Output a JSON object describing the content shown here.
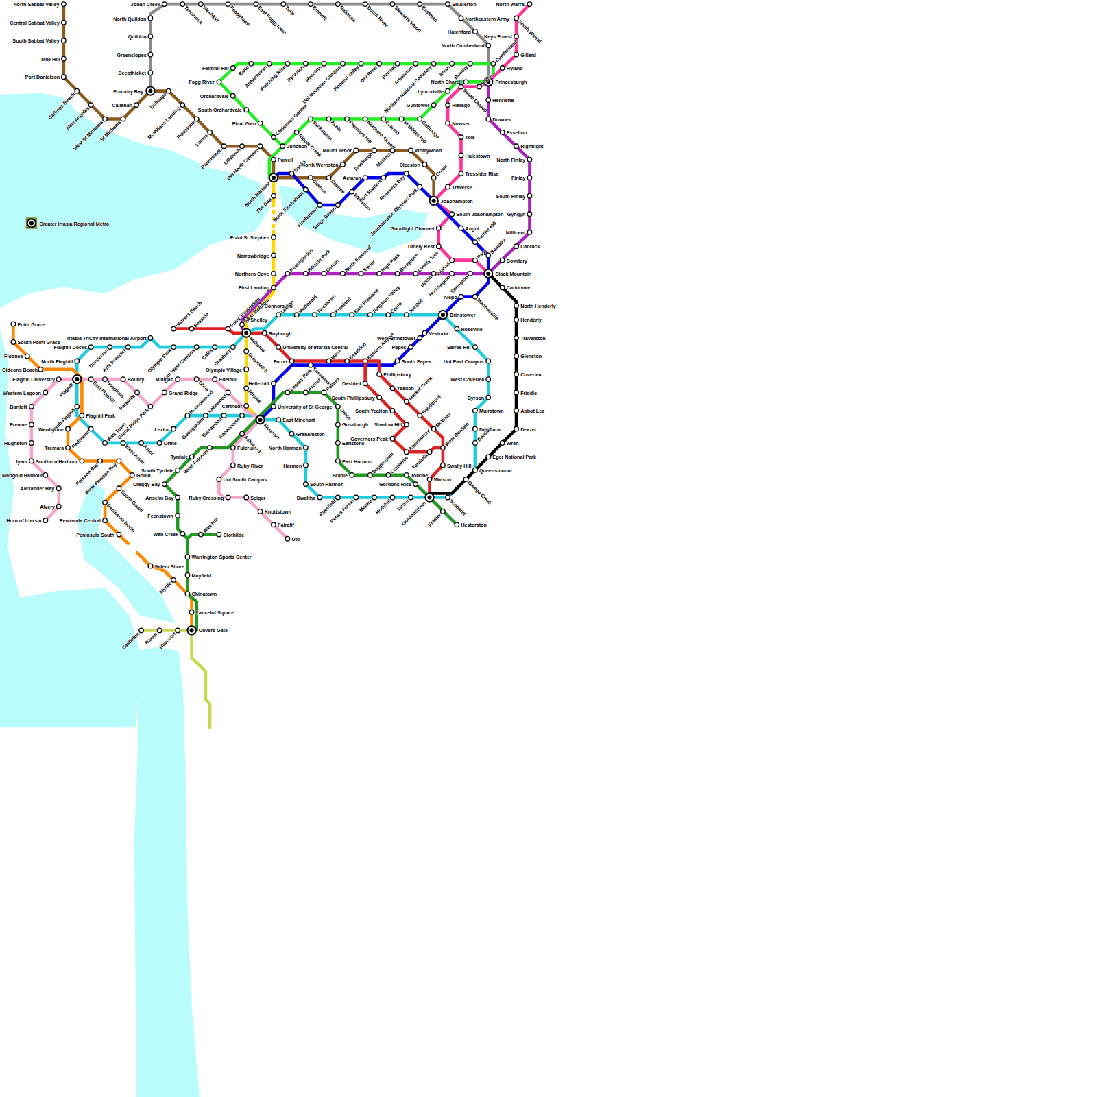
{
  "diagram": {
    "labels": [
      "Jonah Creek",
      "North Quildon",
      "Quildon",
      "Greenslopes",
      "Deepthicket",
      "Foundry Bay",
      "Terranova",
      "Weshkirt",
      "Foggytown",
      "East Foggytown",
      "Tulip",
      "Emmett",
      "Rabacca",
      "Dutch River",
      "Stewarts Wood",
      "Eastman",
      "Shullerton",
      "Northeastern Army",
      "Hatchford",
      "North Cumberland",
      "Cumberland",
      "North Sabbat Valley",
      "Central Sabbat Valley",
      "South Sabbat Valley",
      "Mile Hill",
      "Port Danielson",
      "Carlings Beach",
      "New Angeles",
      "West St Michaels",
      "St Michaels",
      "Callahan",
      "Dulhaqie",
      "McMillans Landing",
      "Pipestone",
      "Loews",
      "Rivermouth",
      "Lillytown",
      "Uol North Campus",
      "Pawell",
      "North Harbour",
      "Danks",
      "Cannus",
      "Sabrine",
      "North Wernston",
      "Mount Tenor",
      "Tessburgh",
      "Masters",
      "Worrywood",
      "Cleeston",
      "Union",
      "Joaohampton",
      "Faithful Hill",
      "Fogg River",
      "Orchardvale",
      "South Orchardvale",
      "Final Glen",
      "Christines Garden",
      "Junction",
      "Ripple Creek",
      "Balto",
      "Arthurstown",
      "Fletching Rise",
      "Pyreston",
      "Hyacinth",
      "Uol Mountain Campus",
      "Hopeful Valley",
      "Dry River",
      "Retreat",
      "Arboretum",
      "Northern National Cemetery",
      "Arran",
      "Bundry",
      "Sackstown",
      "Avela",
      "Premiers Hill",
      "Northern Airport",
      "Everest",
      "St Hildas Hill",
      "Gethridge",
      "Guntower",
      "Lynrodville",
      "North Charell",
      "Princesburgh",
      "North Warral",
      "South Warral",
      "Keys Forest",
      "Gillard",
      "Hyland",
      "Raine",
      "South Charell",
      "Plarago",
      "Nowser",
      "Tois",
      "Halestown",
      "Tressider Rise",
      "Traverse",
      "South Joaohampton",
      "Goodlight Channel",
      "Timely Rest",
      "Inishail",
      "Page",
      "Henrietta",
      "Downes",
      "Esselton",
      "Rightlight",
      "North Finlay",
      "Finlay",
      "South Finlay",
      "Gyngyn",
      "Millicent",
      "Cabrack",
      "Bowdery",
      "Black Mountain",
      "Springton",
      "Huddington",
      "Upton",
      "Lonely Tree",
      "Baregrove",
      "High Pass",
      "Xavier",
      "North Freeland",
      "Derrah",
      "Hillside Park",
      "Peacegarden",
      "The Gap",
      "Point St Stephen",
      "Narrowbridge",
      "Northern Cove",
      "First Landing",
      "Connors Hill",
      "Greymatch",
      "Olympic Village",
      "Rhyme",
      "Carthedr",
      "North Finehabour",
      "Finehabour",
      "Surge Beach",
      "Wellsdon",
      "Actaran",
      "Port Masters",
      "Reassess Bay",
      "Joaohampton Olympic Park",
      "Angol",
      "Furrier Hill",
      "Bentally",
      "Alepo",
      "Marthasville",
      "Brinstower",
      "Vestoria",
      "West Brinstower",
      "Papes",
      "South Papea",
      "Hellerhill",
      "University of St George",
      "Walkers Beach",
      "Seaside",
      "Point Trepidation",
      "West Mellonia",
      "Mellonia",
      "Royburgh",
      "University of Irtarsia Central",
      "Farrer",
      "Sassanna",
      "Milne",
      "Esseldon",
      "Eastern Airport",
      "Phillipsbury",
      "Yealton",
      "Market Creek",
      "Handaford",
      "McWray",
      "West Bordain",
      "Swally Hill",
      "Watson",
      "Dashiell",
      "South Phillipsbury",
      "South Yealton",
      "Shadow Hill",
      "Governors Peak",
      "Abermurray",
      "Tendella",
      "Irtasia TriCity International Airport",
      "Flaghill Docks",
      "Dunderran",
      "Arts Precinct",
      "Olympic Park",
      "Uol West Campus",
      "Callis",
      "Cranbury",
      "Shelley",
      "Leeton",
      "McDonald",
      "Tyrestown",
      "Freeland",
      "East Freeland",
      "Tungsten Valley",
      "Canto",
      "Jesshill",
      "Roseville",
      "Saires Hill",
      "Uol East Campus",
      "West Coverlea",
      "Byrson",
      "Muirstown",
      "Detesarat",
      "Bordain",
      "Queensmount",
      "Omega Creek",
      "Scotland",
      "Gordonstown",
      "Tarqui",
      "Hollybill",
      "Majora",
      "Peters Forest",
      "Rakefield",
      "Dwaltha",
      "South Harmon",
      "Harmon",
      "North Harmon",
      "Grahamston",
      "East Minehart",
      "Minehart",
      "Racecourse",
      "Burrawood",
      "Godsgarden",
      "Houndswood",
      "Lezlur",
      "Orthe",
      "Astor",
      "West Astor",
      "Watt Town",
      "Redmond",
      "North Flaghill",
      "Flaghill",
      "South Flaghill",
      "Flaghill University",
      "Western Lagoon",
      "Bartlett",
      "Freame",
      "Hughston",
      "Iyam",
      "Marigold Harbour",
      "Alexander Bay",
      "Alvery",
      "Horn of Irtarsia",
      "East Flaghill",
      "Hospitals",
      "Bounty",
      "Parkville",
      "Grand Ridge Park",
      "Grand Ridge",
      "Milligan",
      "Ohna",
      "Edelhill",
      "Lakewood",
      "Fulcrum",
      "Ruby River",
      "Uol South Campus",
      "Ruby Crossing",
      "Seiger",
      "Knottstown",
      "Fairclif",
      "Uto",
      "Point Grace",
      "South Point Grace",
      "Floonee",
      "Gideons Beach",
      "Flaghill Park",
      "Wardstone",
      "Tremara",
      "Southern Harbour",
      "Poisson Bay",
      "West Poisson Bay",
      "Gould",
      "South Gould",
      "Peninsula North",
      "Peninsula Central",
      "Peninsula South",
      "Salem Shore",
      "Myrtle",
      "Lancelot Square",
      "Olivers Gate",
      "Chinatown",
      "Mayfield",
      "Warrington Sports Center",
      "Wan Creek",
      "Wan Hill",
      "Clothilde",
      "Feenstown",
      "Anselm Bay",
      "Craggy Bay",
      "South Tyrdale",
      "Tyrdale",
      "West Fulcrum",
      "Ashwood",
      "Legacy Park",
      "Archer",
      "Pollard",
      "Grace",
      "Gossburgh",
      "Earlstone",
      "East Harmon",
      "Bradie",
      "Boppington",
      "Cratserve",
      "Torkine",
      "Gordons Rise",
      "Frasier",
      "Hesterston",
      "Carlotvale",
      "North Henderly",
      "Henderly",
      "Traverston",
      "Glenston",
      "Coverlea",
      "Friddle",
      "Abbot Lea",
      "Deazer",
      "Wren",
      "Eger National Park",
      "Castleton",
      "Ranier",
      "Haycourt"
    ],
    "legend": [
      {
        "text": "Greater Irtasia Regional Metro"
      }
    ]
  }
}
